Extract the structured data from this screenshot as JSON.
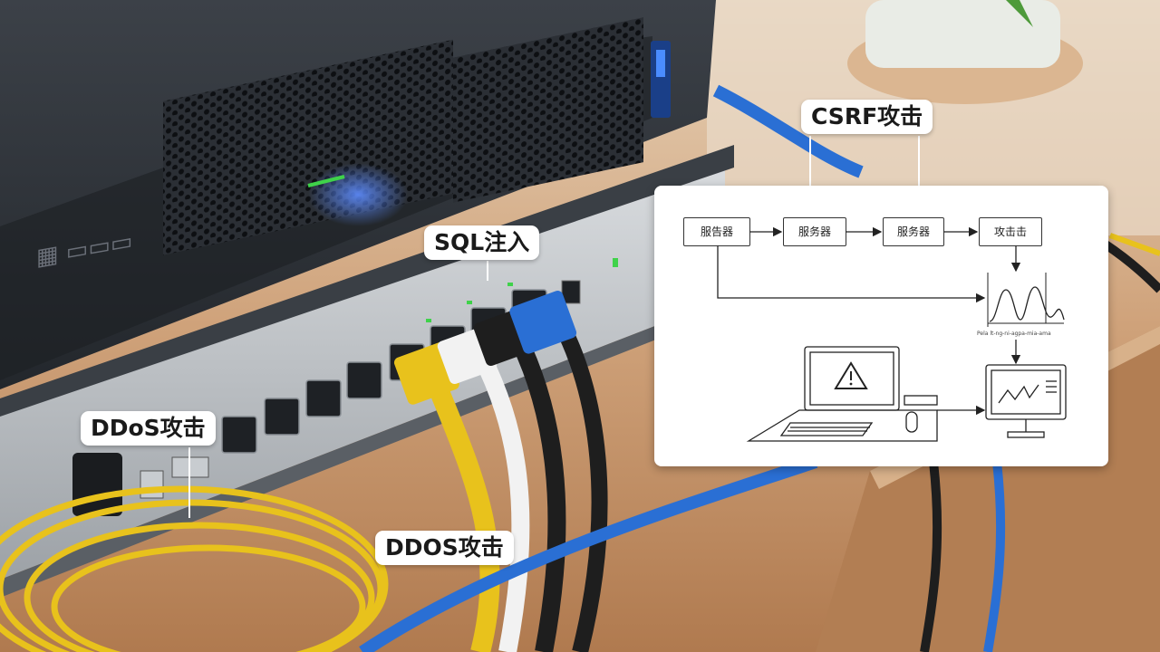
{
  "labels": {
    "csrf": "CSRF攻击",
    "sql_injection": "SQL注入",
    "ddos_mixed": "DDoS攻击",
    "ddos_upper": "DDOS攻击"
  },
  "diagram": {
    "nodes": [
      "服告器",
      "服务器",
      "服务器",
      "攻击击"
    ],
    "chart_axis_text": "Pela lt-ng-ni-agpa-mia-ama"
  },
  "colors": {
    "cable_yellow": "#e8c21c",
    "cable_white": "#f2f2f2",
    "cable_black": "#1e1e1e",
    "cable_blue": "#2a6fd4",
    "router_led_green": "#3fd24a",
    "router_led_blue": "#3a7bff"
  }
}
